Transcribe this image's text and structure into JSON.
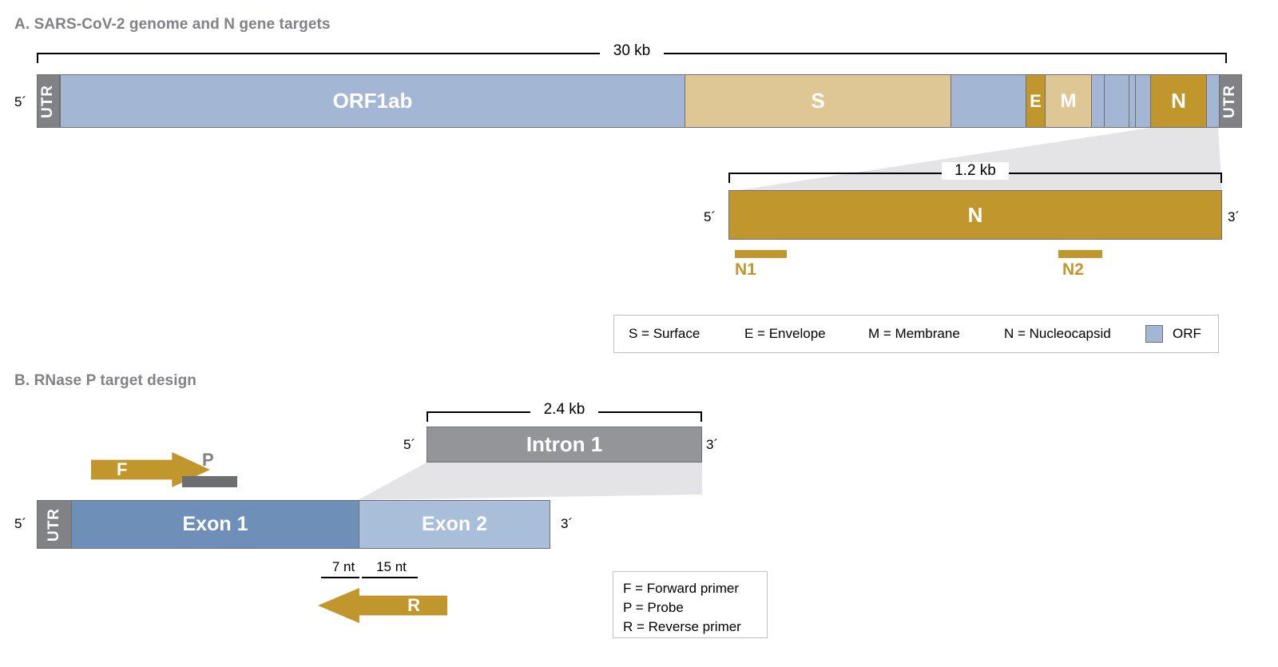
{
  "figure": {
    "panels": [
      {
        "id": "panel-a",
        "title": "A. SARS-CoV-2 genome and N gene targets",
        "genome": {
          "scale_label": "30 kb",
          "five_prime": "5´",
          "three_prime": "3´",
          "utr_label": "UTR",
          "segments": [
            {
              "label": "ORF1ab",
              "type": "orf"
            },
            {
              "label": "S",
              "type": "tan"
            },
            {
              "label": "",
              "type": "orf"
            },
            {
              "label": "E",
              "type": "gold"
            },
            {
              "label": "M",
              "type": "tan"
            },
            {
              "label": "",
              "type": "orf"
            },
            {
              "label": "",
              "type": "orf"
            },
            {
              "label": "",
              "type": "orf"
            },
            {
              "label": "",
              "type": "orf"
            },
            {
              "label": "N",
              "type": "gold"
            },
            {
              "label": "",
              "type": "orf"
            }
          ]
        },
        "n_gene": {
          "scale_label": "1.2 kb",
          "five_prime": "5´",
          "three_prime": "3´",
          "label": "N",
          "amplicons": [
            {
              "name": "N1"
            },
            {
              "name": "N2"
            }
          ]
        },
        "legend": {
          "entries": [
            "S = Surface",
            "E = Envelope",
            "M = Membrane",
            "N = Nucleocapsid"
          ],
          "swatch_label": "ORF",
          "swatch_color": "#a3b6d3"
        }
      },
      {
        "id": "panel-b",
        "title": "B. RNase P target design",
        "transcript": {
          "five_prime": "5´",
          "three_prime": "3´",
          "utr_label": "UTR",
          "exons": [
            {
              "label": "Exon 1"
            },
            {
              "label": "Exon 2"
            }
          ]
        },
        "intron": {
          "scale_label": "2.4 kb",
          "five_prime": "5´",
          "three_prime": "3´",
          "label": "Intron 1"
        },
        "oligos": {
          "forward_label": "F",
          "probe_label": "P",
          "reverse_label": "R",
          "spans": [
            "7 nt",
            "15 nt"
          ]
        },
        "legend": {
          "entries": [
            "F = Forward primer",
            "P = Probe",
            "R = Reverse primer"
          ]
        }
      }
    ]
  },
  "colors": {
    "orf": "#a3b6d3",
    "structural_tan": "#dfc795",
    "gold": "#c1962c",
    "utr_gray": "#808285",
    "exon1": "#6d8fb8",
    "exon2": "#a9bed9",
    "intron": "#939598",
    "connector": "#e4e4e6",
    "title": "#808285"
  }
}
